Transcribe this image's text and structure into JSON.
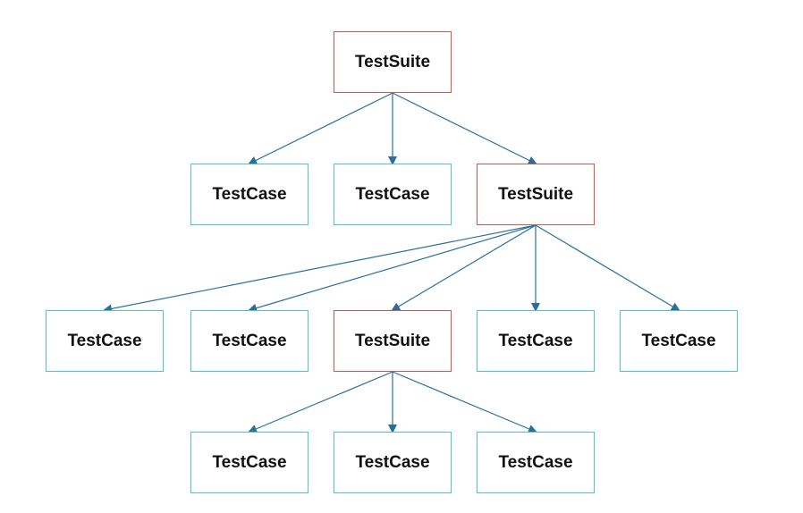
{
  "colors": {
    "suite_border": "#d9534f",
    "case_border": "#4fc9b4",
    "arrow": "#2a6f9b",
    "background": "#ffffff"
  },
  "nodes": [
    {
      "id": "root",
      "type": "suite",
      "label": "TestSuite"
    },
    {
      "id": "l1-case-a",
      "type": "case",
      "label": "TestCase"
    },
    {
      "id": "l1-case-b",
      "type": "case",
      "label": "TestCase"
    },
    {
      "id": "l1-suite",
      "type": "suite",
      "label": "TestSuite"
    },
    {
      "id": "l2-case-a",
      "type": "case",
      "label": "TestCase"
    },
    {
      "id": "l2-case-b",
      "type": "case",
      "label": "TestCase"
    },
    {
      "id": "l2-suite",
      "type": "suite",
      "label": "TestSuite"
    },
    {
      "id": "l2-case-c",
      "type": "case",
      "label": "TestCase"
    },
    {
      "id": "l2-case-d",
      "type": "case",
      "label": "TestCase"
    },
    {
      "id": "l3-case-a",
      "type": "case",
      "label": "TestCase"
    },
    {
      "id": "l3-case-b",
      "type": "case",
      "label": "TestCase"
    },
    {
      "id": "l3-case-c",
      "type": "case",
      "label": "TestCase"
    }
  ],
  "edges": [
    [
      "root",
      "l1-case-a"
    ],
    [
      "root",
      "l1-case-b"
    ],
    [
      "root",
      "l1-suite"
    ],
    [
      "l1-suite",
      "l2-case-a"
    ],
    [
      "l1-suite",
      "l2-case-b"
    ],
    [
      "l1-suite",
      "l2-suite"
    ],
    [
      "l1-suite",
      "l2-case-c"
    ],
    [
      "l1-suite",
      "l2-case-d"
    ],
    [
      "l2-suite",
      "l3-case-a"
    ],
    [
      "l2-suite",
      "l3-case-b"
    ],
    [
      "l2-suite",
      "l3-case-c"
    ]
  ]
}
